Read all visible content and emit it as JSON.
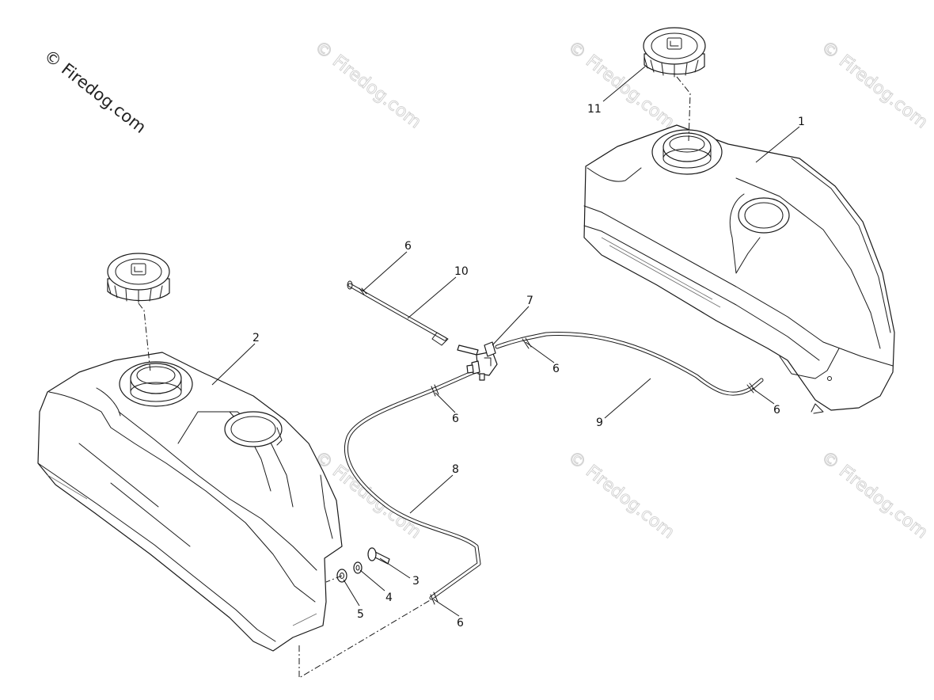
{
  "copyright_watermark": "© Firedog.com",
  "repeated_watermark": "© Firedog.com",
  "callouts": {
    "tank_right": "1",
    "tank_left": "2",
    "bolt": "3",
    "lock_washer": "4",
    "flat_washer": "5",
    "clamp_hose10": "6",
    "clamp_valve_right": "6",
    "clamp_hose9_end": "6",
    "clamp_valve_left": "6",
    "clamp_hose8_end": "6",
    "fuel_valve": "7",
    "hose_8": "8",
    "hose_9": "9",
    "hose_10": "10",
    "cap": "11"
  }
}
